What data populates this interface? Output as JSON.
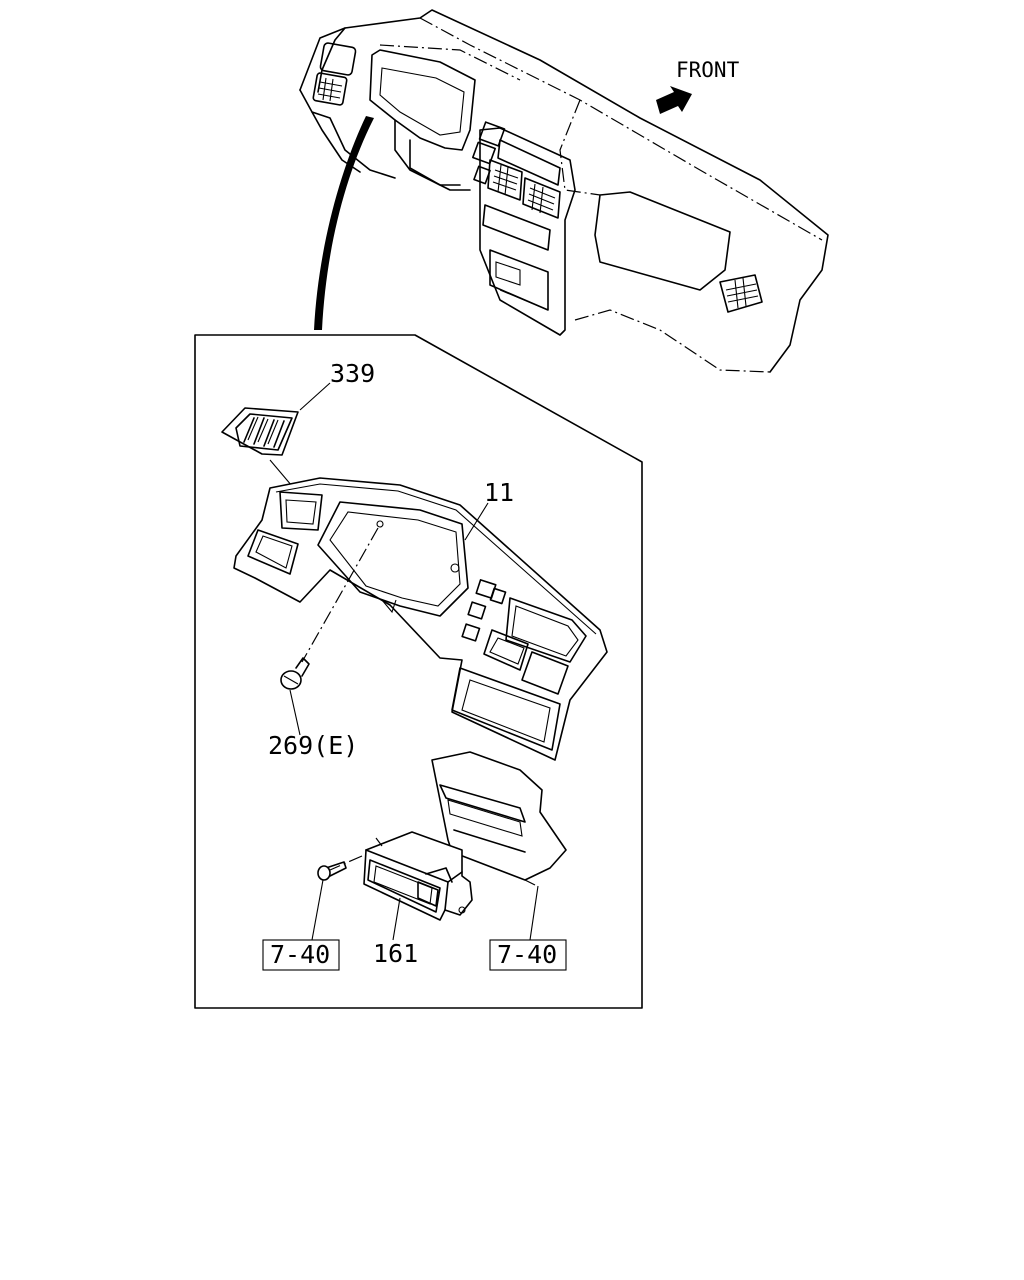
{
  "direction_label": "FRONT",
  "parts": [
    {
      "id": "p339",
      "number": "339"
    },
    {
      "id": "p11",
      "number": "11"
    },
    {
      "id": "p269",
      "number": "269(E)"
    },
    {
      "id": "p161",
      "number": "161"
    }
  ],
  "references": [
    {
      "id": "ref-left",
      "text": "7-40"
    },
    {
      "id": "ref-right",
      "text": "7-40"
    }
  ]
}
